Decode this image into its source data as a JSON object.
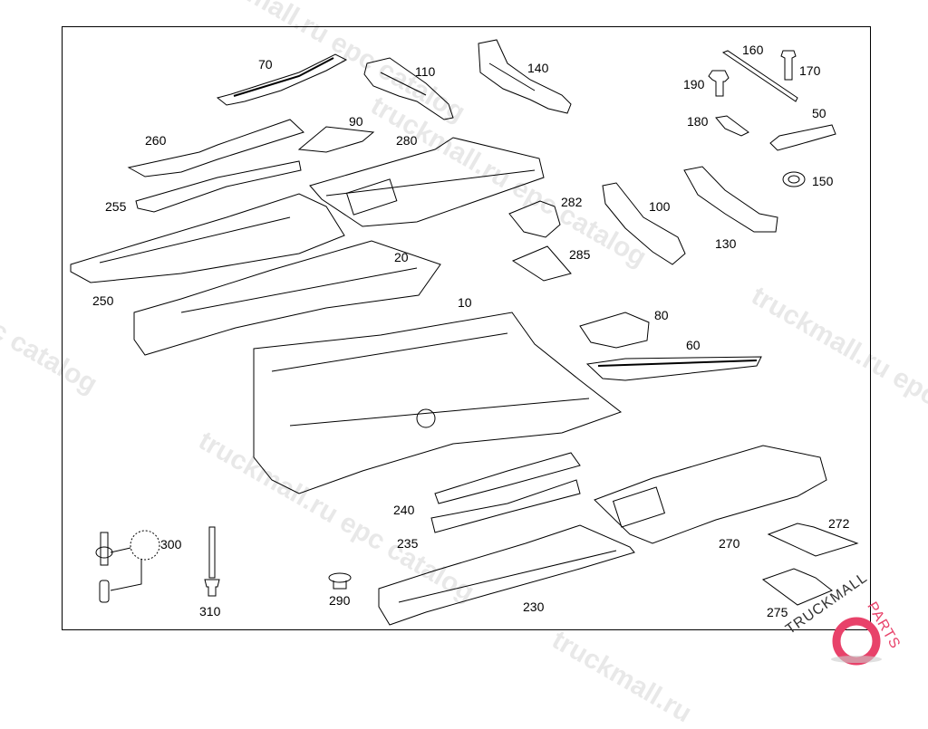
{
  "diagram": {
    "type": "exploded-parts-view",
    "subject": "floor panel assembly",
    "callouts": [
      {
        "id": "70",
        "label": "70"
      },
      {
        "id": "110",
        "label": "110"
      },
      {
        "id": "140",
        "label": "140"
      },
      {
        "id": "160",
        "label": "160"
      },
      {
        "id": "170",
        "label": "170"
      },
      {
        "id": "190",
        "label": "190"
      },
      {
        "id": "180",
        "label": "180"
      },
      {
        "id": "50",
        "label": "50"
      },
      {
        "id": "150",
        "label": "150"
      },
      {
        "id": "90",
        "label": "90"
      },
      {
        "id": "260",
        "label": "260"
      },
      {
        "id": "280",
        "label": "280"
      },
      {
        "id": "255",
        "label": "255"
      },
      {
        "id": "282",
        "label": "282"
      },
      {
        "id": "100",
        "label": "100"
      },
      {
        "id": "130",
        "label": "130"
      },
      {
        "id": "285",
        "label": "285"
      },
      {
        "id": "20",
        "label": "20"
      },
      {
        "id": "250",
        "label": "250"
      },
      {
        "id": "10",
        "label": "10"
      },
      {
        "id": "80",
        "label": "80"
      },
      {
        "id": "60",
        "label": "60"
      },
      {
        "id": "240",
        "label": "240"
      },
      {
        "id": "235",
        "label": "235"
      },
      {
        "id": "270",
        "label": "270"
      },
      {
        "id": "272",
        "label": "272"
      },
      {
        "id": "300",
        "label": "300"
      },
      {
        "id": "310",
        "label": "310"
      },
      {
        "id": "290",
        "label": "290"
      },
      {
        "id": "230",
        "label": "230"
      },
      {
        "id": "275",
        "label": "275"
      }
    ]
  },
  "watermarks": {
    "text_a": "truckmall.ru epc catalog",
    "text_b": "truckmall.ru epc catalog",
    "text_c": "truckmall.ru",
    "text_d": "epc catalog"
  },
  "logo": {
    "text": "TRUCKMALLPARTS",
    "part1": "TRUCKMALL",
    "part2": "PARTS",
    "accent_color": "#e8426a"
  }
}
